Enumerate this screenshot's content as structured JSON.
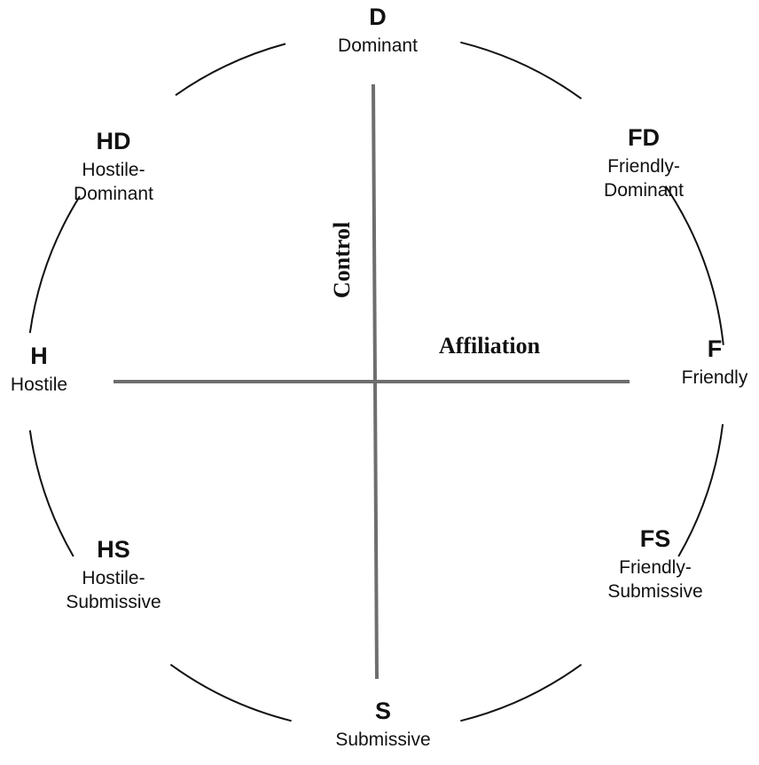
{
  "nodes": [
    {
      "id": "d",
      "code": "D",
      "label": "Dominant"
    },
    {
      "id": "fd",
      "code": "FD",
      "label": "Friendly-\nDominant"
    },
    {
      "id": "f",
      "code": "F",
      "label": "Friendly"
    },
    {
      "id": "fs",
      "code": "FS",
      "label": "Friendly-\nSubmissive"
    },
    {
      "id": "s",
      "code": "S",
      "label": "Submissive"
    },
    {
      "id": "hs",
      "code": "HS",
      "label": "Hostile-\nSubmissive"
    },
    {
      "id": "h",
      "code": "H",
      "label": "Hostile"
    },
    {
      "id": "hd",
      "code": "HD",
      "label": "Hostile-\nDominant"
    }
  ],
  "axes": {
    "vertical_label": "Control",
    "horizontal_label": "Affiliation"
  },
  "colors": {
    "axis": "#6e6e6e",
    "circle": "#111111",
    "text": "#111111"
  }
}
